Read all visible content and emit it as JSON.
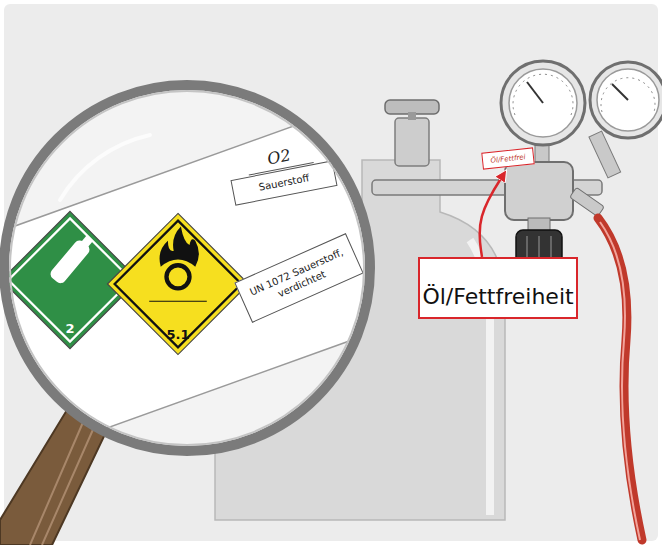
{
  "diagram": {
    "nodes": [
      {
        "text": [
          "2"
        ]
      },
      {
        "text": [
          "5.1"
        ]
      },
      {
        "text": [
          "O2",
          "Sauerstoff"
        ]
      },
      {
        "text": [
          "UN 1072 Sauerstoff, verdichtet"
        ]
      },
      {
        "text": [
          "Öl/Fettfrei"
        ]
      },
      {
        "text": [
          "Öl/Fettfreiheit"
        ]
      }
    ],
    "edges": [
      {
        "from": 5,
        "to": 4,
        "arrow": "to"
      }
    ]
  }
}
